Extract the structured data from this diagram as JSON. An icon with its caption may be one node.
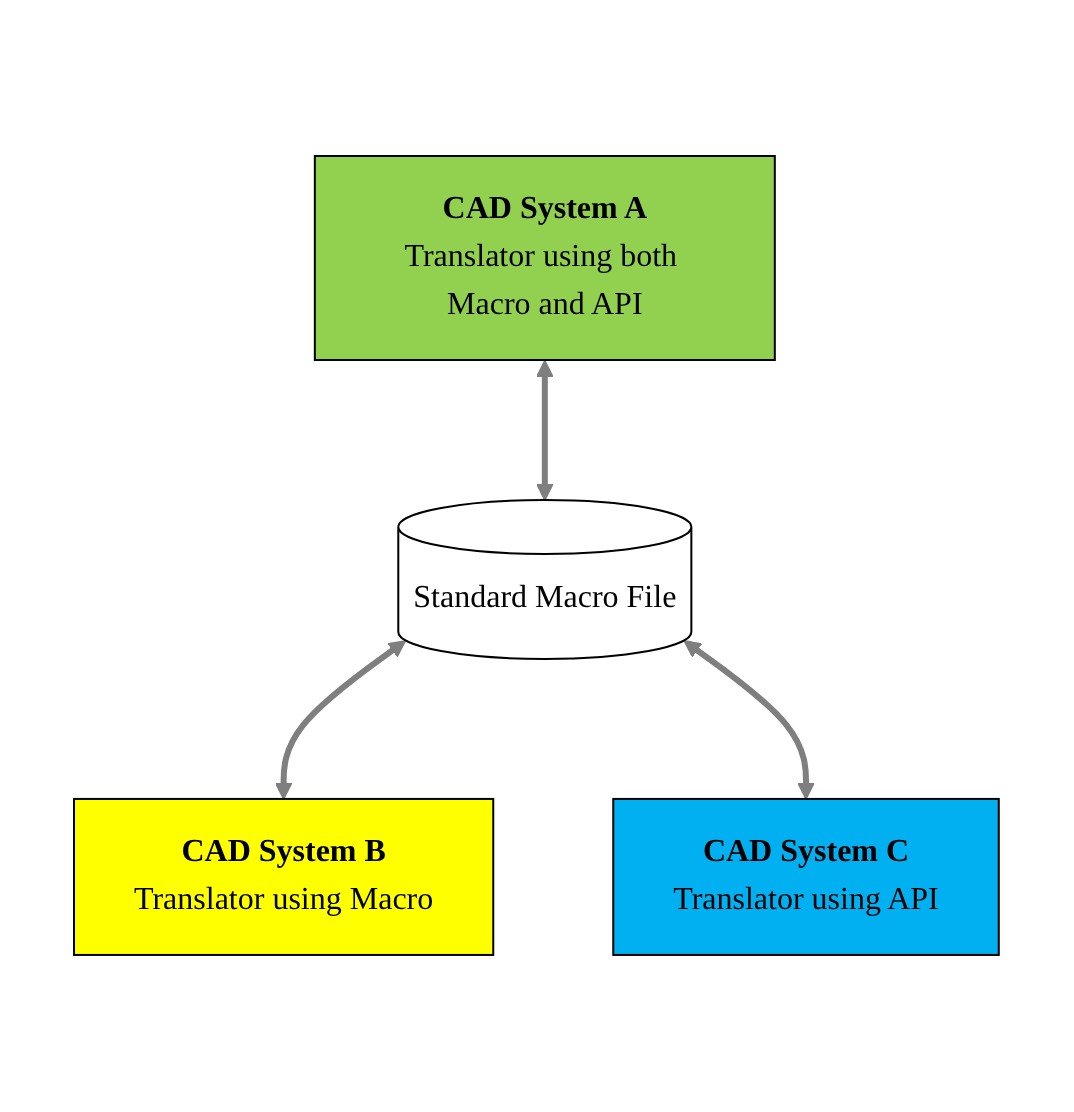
{
  "diagram": {
    "nodes": [
      {
        "text": [
          "CAD System A",
          "Translator using both Macro and API"
        ]
      },
      {
        "text": [
          "Standard Macro File"
        ]
      },
      {
        "text": [
          "CAD System B",
          "Translator using Macro"
        ]
      },
      {
        "text": [
          "CAD System C",
          "Translator using API"
        ]
      }
    ],
    "edges": [
      {
        "from": 0,
        "to": 1,
        "arrow": "both"
      },
      {
        "from": 1,
        "to": 2,
        "arrow": "both"
      },
      {
        "from": 1,
        "to": 3,
        "arrow": "both"
      }
    ]
  }
}
